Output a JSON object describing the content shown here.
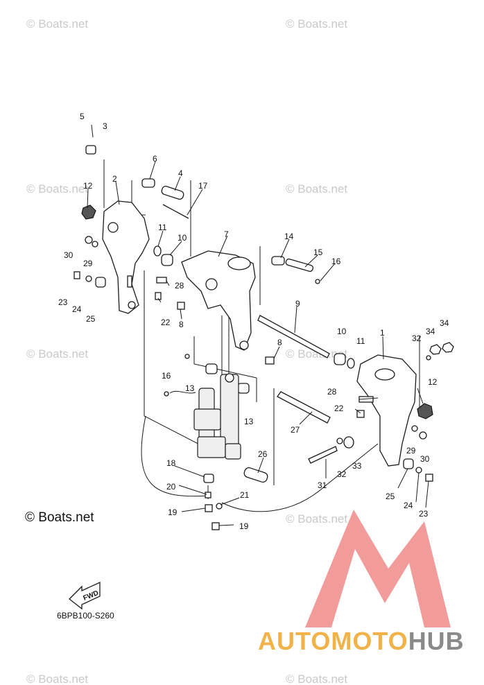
{
  "watermark": "© Boats.net",
  "copyright": "© Boats.net",
  "diagram_code": "6BPB100-S260",
  "fwd_label": "FWD",
  "brand": {
    "part1": "AUTO",
    "part2": "MOTO",
    "part3": "HUB",
    "color1": "#f2b24a",
    "color2": "#f2b24a",
    "color3": "#8a8a8a",
    "logo_color": "#f08a8a"
  },
  "callouts": {
    "n5": "5",
    "n3": "3",
    "n6": "6",
    "n4": "4",
    "n2": "2",
    "n12a": "12",
    "n17": "17",
    "n11a": "11",
    "n10a": "10",
    "n7": "7",
    "n14": "14",
    "n15": "15",
    "n16a": "16",
    "n30a": "30",
    "n29a": "29",
    "n28a": "28",
    "n23a": "23",
    "n24a": "24",
    "n25a": "25",
    "n22a": "22",
    "n8a": "8",
    "n9": "9",
    "n10b": "10",
    "n11b": "11",
    "n1": "1",
    "n32a": "32",
    "n34a": "34",
    "n34b": "34",
    "n8b": "8",
    "n16b": "16",
    "n13a": "13",
    "n13b": "13",
    "n12b": "12",
    "n28b": "28",
    "n22b": "22",
    "n27": "27",
    "n29b": "29",
    "n30b": "30",
    "n26": "26",
    "n33": "33",
    "n32b": "32",
    "n31": "31",
    "n18": "18",
    "n20": "20",
    "n21": "21",
    "n19a": "19",
    "n19b": "19",
    "n25b": "25",
    "n24b": "24",
    "n23b": "23"
  }
}
